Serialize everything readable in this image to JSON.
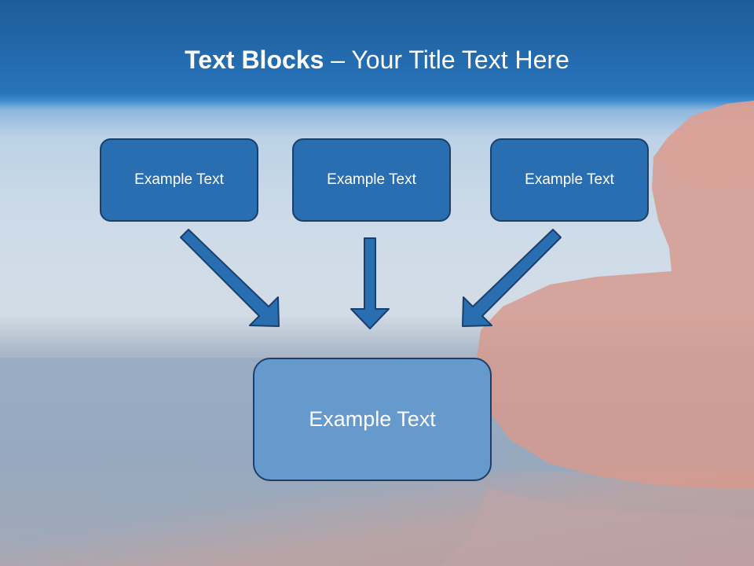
{
  "slide": {
    "title_bold": "Text Blocks",
    "title_separator": " – ",
    "title_rest": "Your Title Text Here",
    "blocks": [
      {
        "label": "Example Text"
      },
      {
        "label": "Example Text"
      },
      {
        "label": "Example Text"
      }
    ],
    "target_block": {
      "label": "Example Text"
    },
    "colors": {
      "header_blue": "#2874bb",
      "block_fill": "#2a6eb2",
      "target_fill": "#6699cc",
      "outline": "#1b3f6b",
      "arrow_fill": "#2a6eb2"
    }
  }
}
